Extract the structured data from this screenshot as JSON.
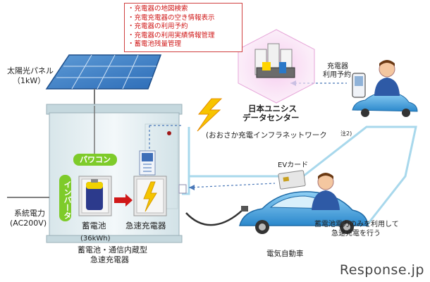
{
  "features": {
    "items": [
      "・充電器の地図検索",
      "・充電充電器の空き情報表示",
      "・充電器の利用予約",
      "・充電器の利用実績情報管理",
      "・蓄電池残量管理"
    ]
  },
  "labels": {
    "solar_panel": "太陽光パネル",
    "solar_capacity": "（1kW）",
    "datacenter_line1": "日本ユニシス",
    "datacenter_line2": "データセンター",
    "network": "(おおさか充電インフラネットワーク",
    "network_note": "注2)",
    "charger_reservation_line1": "充電器",
    "charger_reservation_line2": "利用予約",
    "power_conditioner": "パワコン",
    "inverter": "インバータ",
    "grid_power_line1": "系統電力",
    "grid_power_line2": "(AC200V)",
    "battery": "蓄電池",
    "battery_capacity": "(36kWh)",
    "quick_charger": "急速充電器",
    "cabinet_line1": "蓄電池・通信内蔵型",
    "cabinet_line2": "急速充電器",
    "ev_card": "EVカード",
    "battery_only_line1": "蓄電池電力のみを利用して",
    "battery_only_line2": "急速充電を行う",
    "electric_car": "電気自動車"
  },
  "watermark": "Response.jp",
  "colors": {
    "feature_text": "#d01818",
    "feature_border": "#d04040",
    "green_label": "#7ecb2a",
    "cabinet": "#e6f0f3",
    "car": "#4aa8e0",
    "network_line": "#a8d8ec"
  },
  "icons": [
    "solar-panel-icon",
    "server-icon",
    "lightning-icon",
    "person-icon",
    "phone-icon",
    "car-icon",
    "battery-icon",
    "charger-icon",
    "arrow-icon",
    "ev-card-icon"
  ]
}
